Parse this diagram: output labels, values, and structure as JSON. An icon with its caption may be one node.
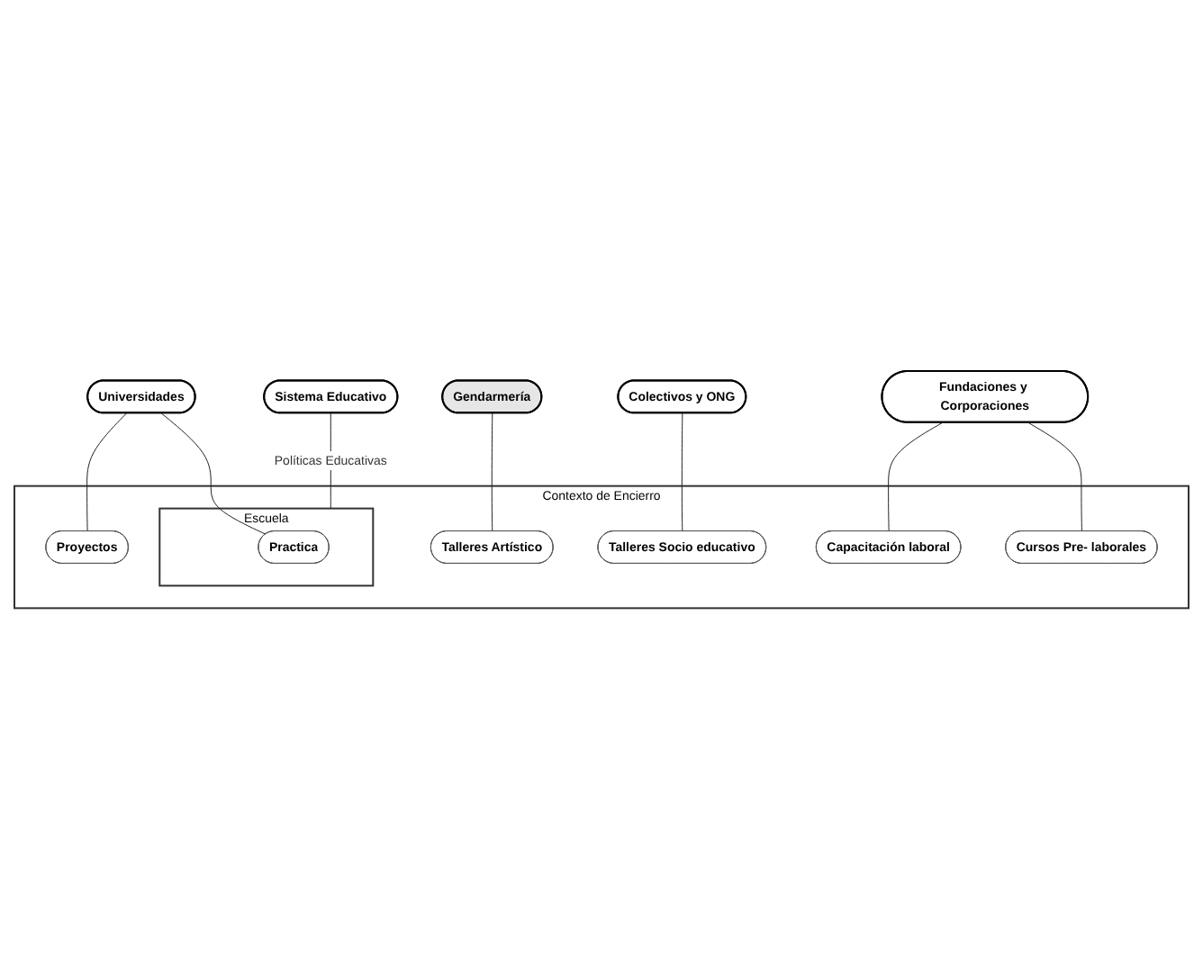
{
  "diagram": {
    "nodes": [
      {
        "text": [
          "Universidades"
        ]
      },
      {
        "text": [
          "Gendarmería"
        ]
      },
      {
        "text": [
          "Sistema Educativo"
        ]
      },
      {
        "text": [
          "Contexto de Encierro"
        ]
      },
      {
        "text": [
          "Proyectos"
        ],
        "in": 3
      },
      {
        "text": [
          "Talleres Artístico"
        ],
        "in": 3
      },
      {
        "text": [
          "Escuela"
        ],
        "in": 3
      },
      {
        "text": [
          "Practica"
        ],
        "in": 6
      },
      {
        "text": [
          "Talleres Socio educativo"
        ],
        "in": 3
      },
      {
        "text": [
          "Cursos Pre- laborales"
        ],
        "in": 3
      },
      {
        "text": [
          "Capacitación laboral"
        ],
        "in": 3
      },
      {
        "text": [
          "Colectivos y ONG"
        ]
      },
      {
        "text": [
          "Fundaciones y Corporaciones"
        ]
      }
    ],
    "edges": [
      {
        "from": 0,
        "to": 4,
        "arrow": "none"
      },
      {
        "from": 0,
        "to": 7,
        "arrow": "none"
      },
      {
        "from": 1,
        "to": 5,
        "arrow": "none"
      },
      {
        "from": 2,
        "to": 6,
        "arrow": "none",
        "label": "Políticas Educativas"
      },
      {
        "from": 11,
        "to": 8,
        "arrow": "none"
      },
      {
        "from": 12,
        "to": 10,
        "arrow": "none"
      },
      {
        "from": 12,
        "to": 9,
        "arrow": "none"
      }
    ]
  }
}
